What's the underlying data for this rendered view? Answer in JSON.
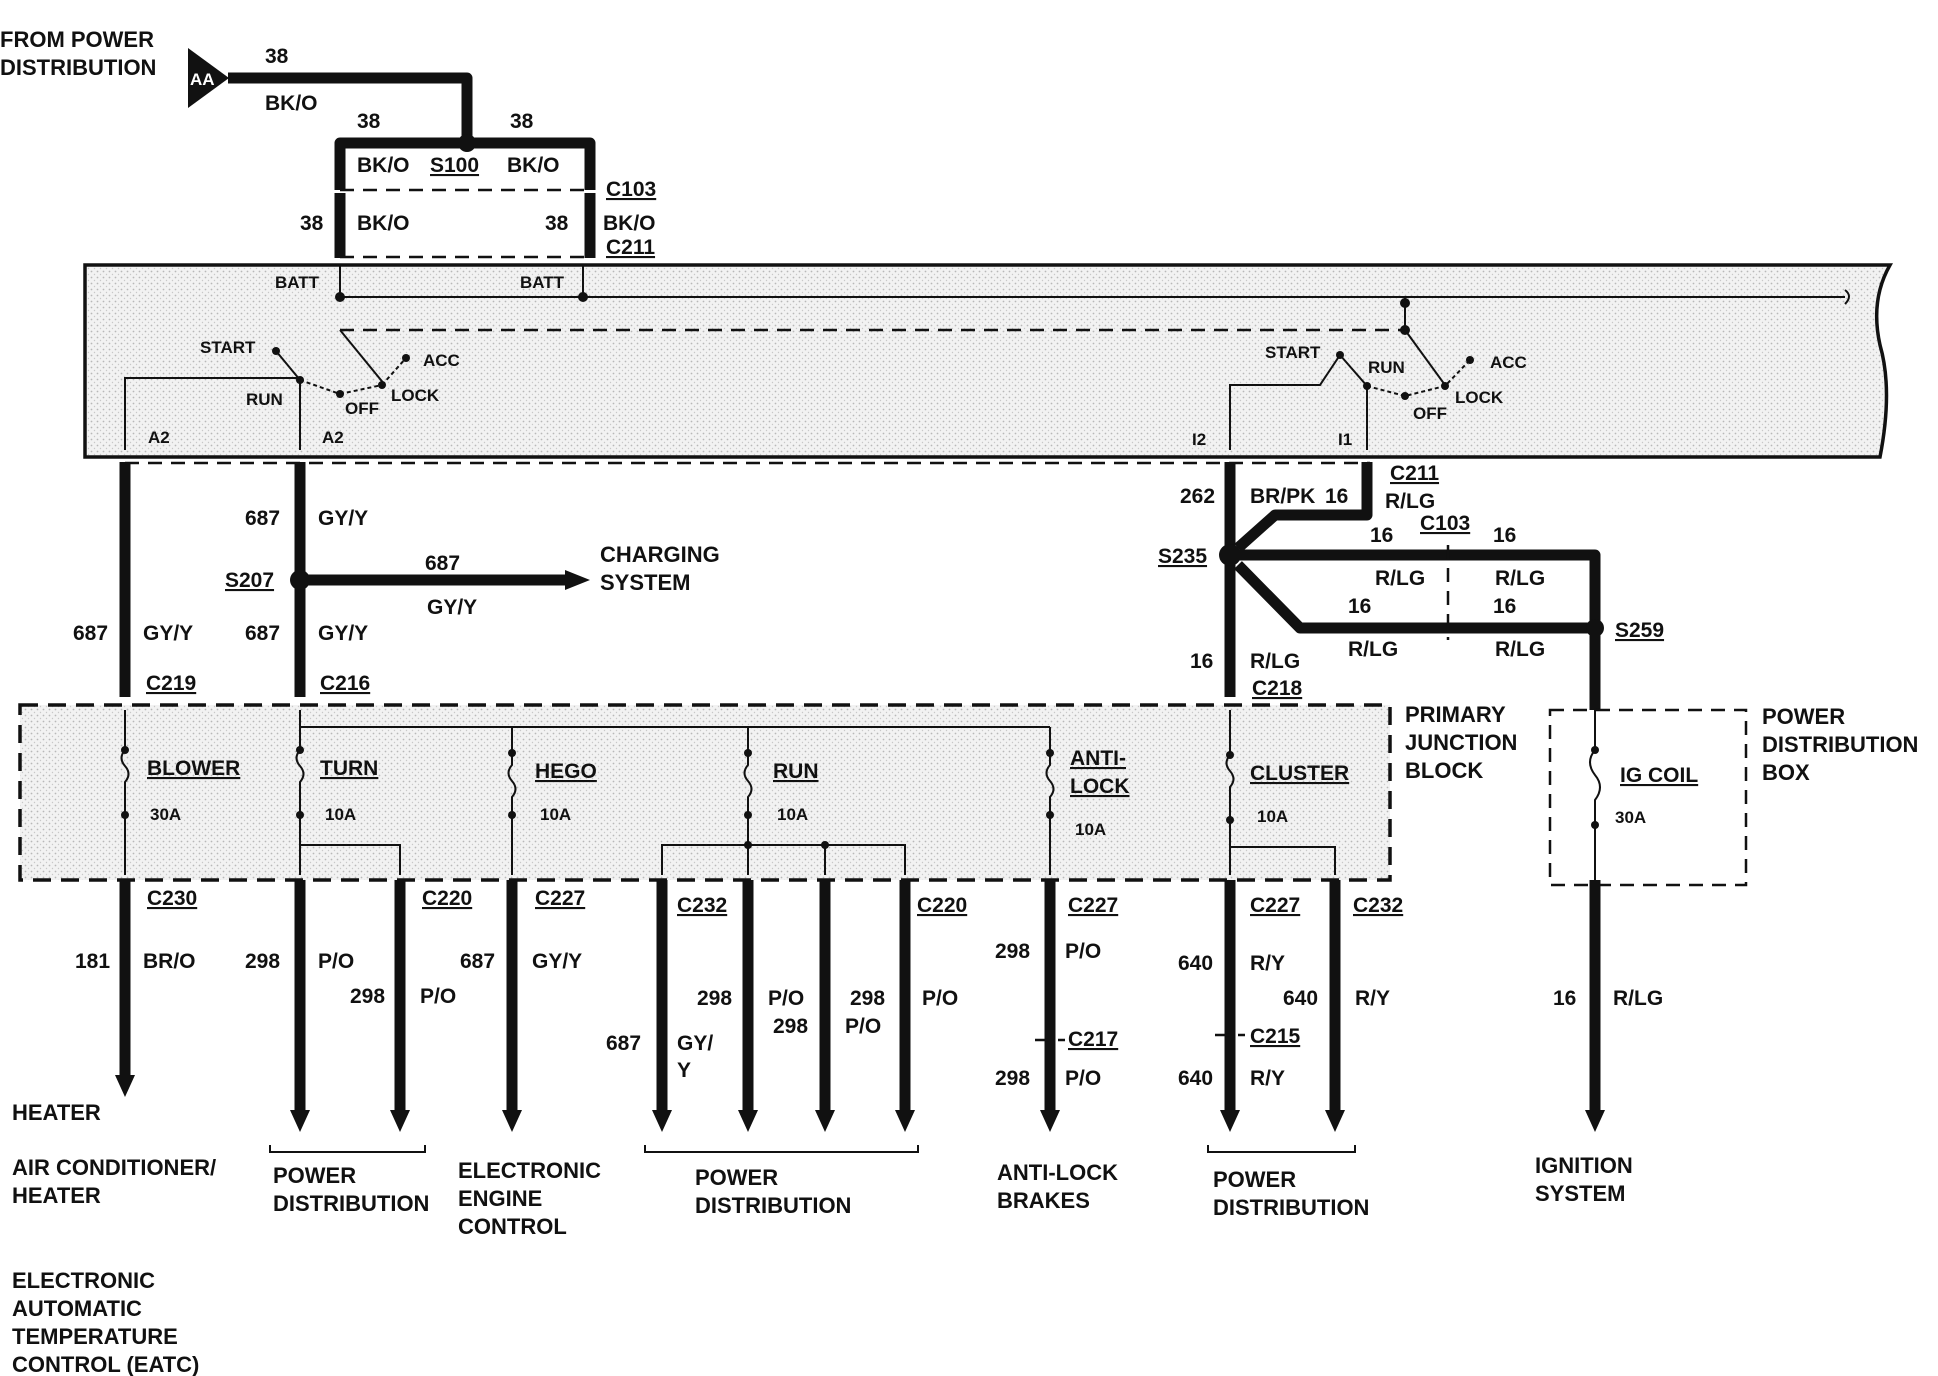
{
  "source": {
    "label_line1": "FROM POWER",
    "label_line2": "DISTRIBUTION",
    "connector": "AA"
  },
  "top": {
    "c38a": "38",
    "c38b": "38",
    "c38c": "38",
    "c38d": "38",
    "c38e": "38",
    "bko1": "BK/O",
    "bko2": "BK/O",
    "bko3": "BK/O",
    "bko4": "BK/O",
    "bko5": "BK/O",
    "s100": "S100",
    "c103": "C103",
    "c211": "C211"
  },
  "switch_left": {
    "batt": "BATT",
    "start": "START",
    "acc": "ACC",
    "run": "RUN",
    "off": "OFF",
    "lock": "LOCK",
    "a2a": "A2",
    "a2b": "A2"
  },
  "switch_mid": {
    "batt": "BATT"
  },
  "switch_right": {
    "start": "START",
    "run": "RUN",
    "acc": "ACC",
    "off": "OFF",
    "lock": "LOCK",
    "i2": "I2",
    "i1": "I1"
  },
  "upper_wires": {
    "w687a": "687",
    "gyya": "GY/Y",
    "s207": "S207",
    "w687b": "687",
    "gyyb": "GY/Y",
    "charging1": "CHARGING",
    "charging2": "SYSTEM",
    "w687c": "687",
    "gyyc": "GY/Y",
    "c219": "C219",
    "w687d": "687",
    "gyyd": "GY/Y",
    "c216": "C216",
    "w262": "262",
    "brpk": "BR/PK",
    "w16a": "16",
    "c211r": "C211",
    "rlga": "R/LG",
    "s235": "S235",
    "w16b": "16",
    "c103r": "C103",
    "w16c": "16",
    "rlgb": "R/LG",
    "rlgc": "R/LG",
    "w16d": "16",
    "w16e": "16",
    "rlgd": "R/LG",
    "rlge": "R/LG",
    "s259": "S259",
    "w16f": "16",
    "rlgf": "R/LG",
    "c218": "C218"
  },
  "junction_block": {
    "title1": "PRIMARY",
    "title2": "JUNCTION",
    "title3": "BLOCK",
    "fuses": [
      {
        "name": "BLOWER",
        "rating": "30A"
      },
      {
        "name": "TURN",
        "rating": "10A"
      },
      {
        "name": "HEGO",
        "rating": "10A"
      },
      {
        "name": "RUN",
        "rating": "10A"
      },
      {
        "name": "ANTI-",
        "name2": "LOCK",
        "rating": "10A"
      },
      {
        "name": "CLUSTER",
        "rating": "10A"
      }
    ]
  },
  "distribution_box": {
    "title1": "POWER",
    "title2": "DISTRIBUTION",
    "title3": "BOX",
    "fuse": "IG COIL",
    "rating": "30A"
  },
  "lower": {
    "c230": "C230",
    "w181": "181",
    "bro": "BR/O",
    "w298a": "298",
    "poa": "P/O",
    "c220a": "C220",
    "w298b": "298",
    "pob": "P/O",
    "c227a": "C227",
    "w687e": "687",
    "gyye": "GY/Y",
    "c232a": "C232",
    "w687f": "687",
    "gyf1": "GY/",
    "gyf2": "Y",
    "w298c": "298",
    "poc": "P/O",
    "w298d": "298",
    "w298e": "298",
    "pod": "P/O",
    "c220b": "C220",
    "poe": "P/O",
    "c227b": "C227",
    "w298f": "298",
    "pof": "P/O",
    "c217": "C217",
    "w298g": "298",
    "pog": "P/O",
    "c227c": "C227",
    "w640a": "640",
    "rya": "R/Y",
    "c232b": "C232",
    "w640b": "640",
    "ryb": "R/Y",
    "c215": "C215",
    "w640c": "640",
    "ryc": "R/Y",
    "w16g": "16",
    "rlgg": "R/LG"
  },
  "destinations": {
    "heater": "HEATER",
    "ac1": "AIR CONDITIONER/",
    "ac2": "HEATER",
    "eatc1": "ELECTRONIC",
    "eatc2": "AUTOMATIC",
    "eatc3": "TEMPERATURE",
    "eatc4": "CONTROL (EATC)",
    "pd1a": "POWER",
    "pd1b": "DISTRIBUTION",
    "eec1": "ELECTRONIC",
    "eec2": "ENGINE",
    "eec3": "CONTROL",
    "pd2a": "POWER",
    "pd2b": "DISTRIBUTION",
    "abs1": "ANTI-LOCK",
    "abs2": "BRAKES",
    "pd3a": "POWER",
    "pd3b": "DISTRIBUTION",
    "ign1": "IGNITION",
    "ign2": "SYSTEM"
  }
}
